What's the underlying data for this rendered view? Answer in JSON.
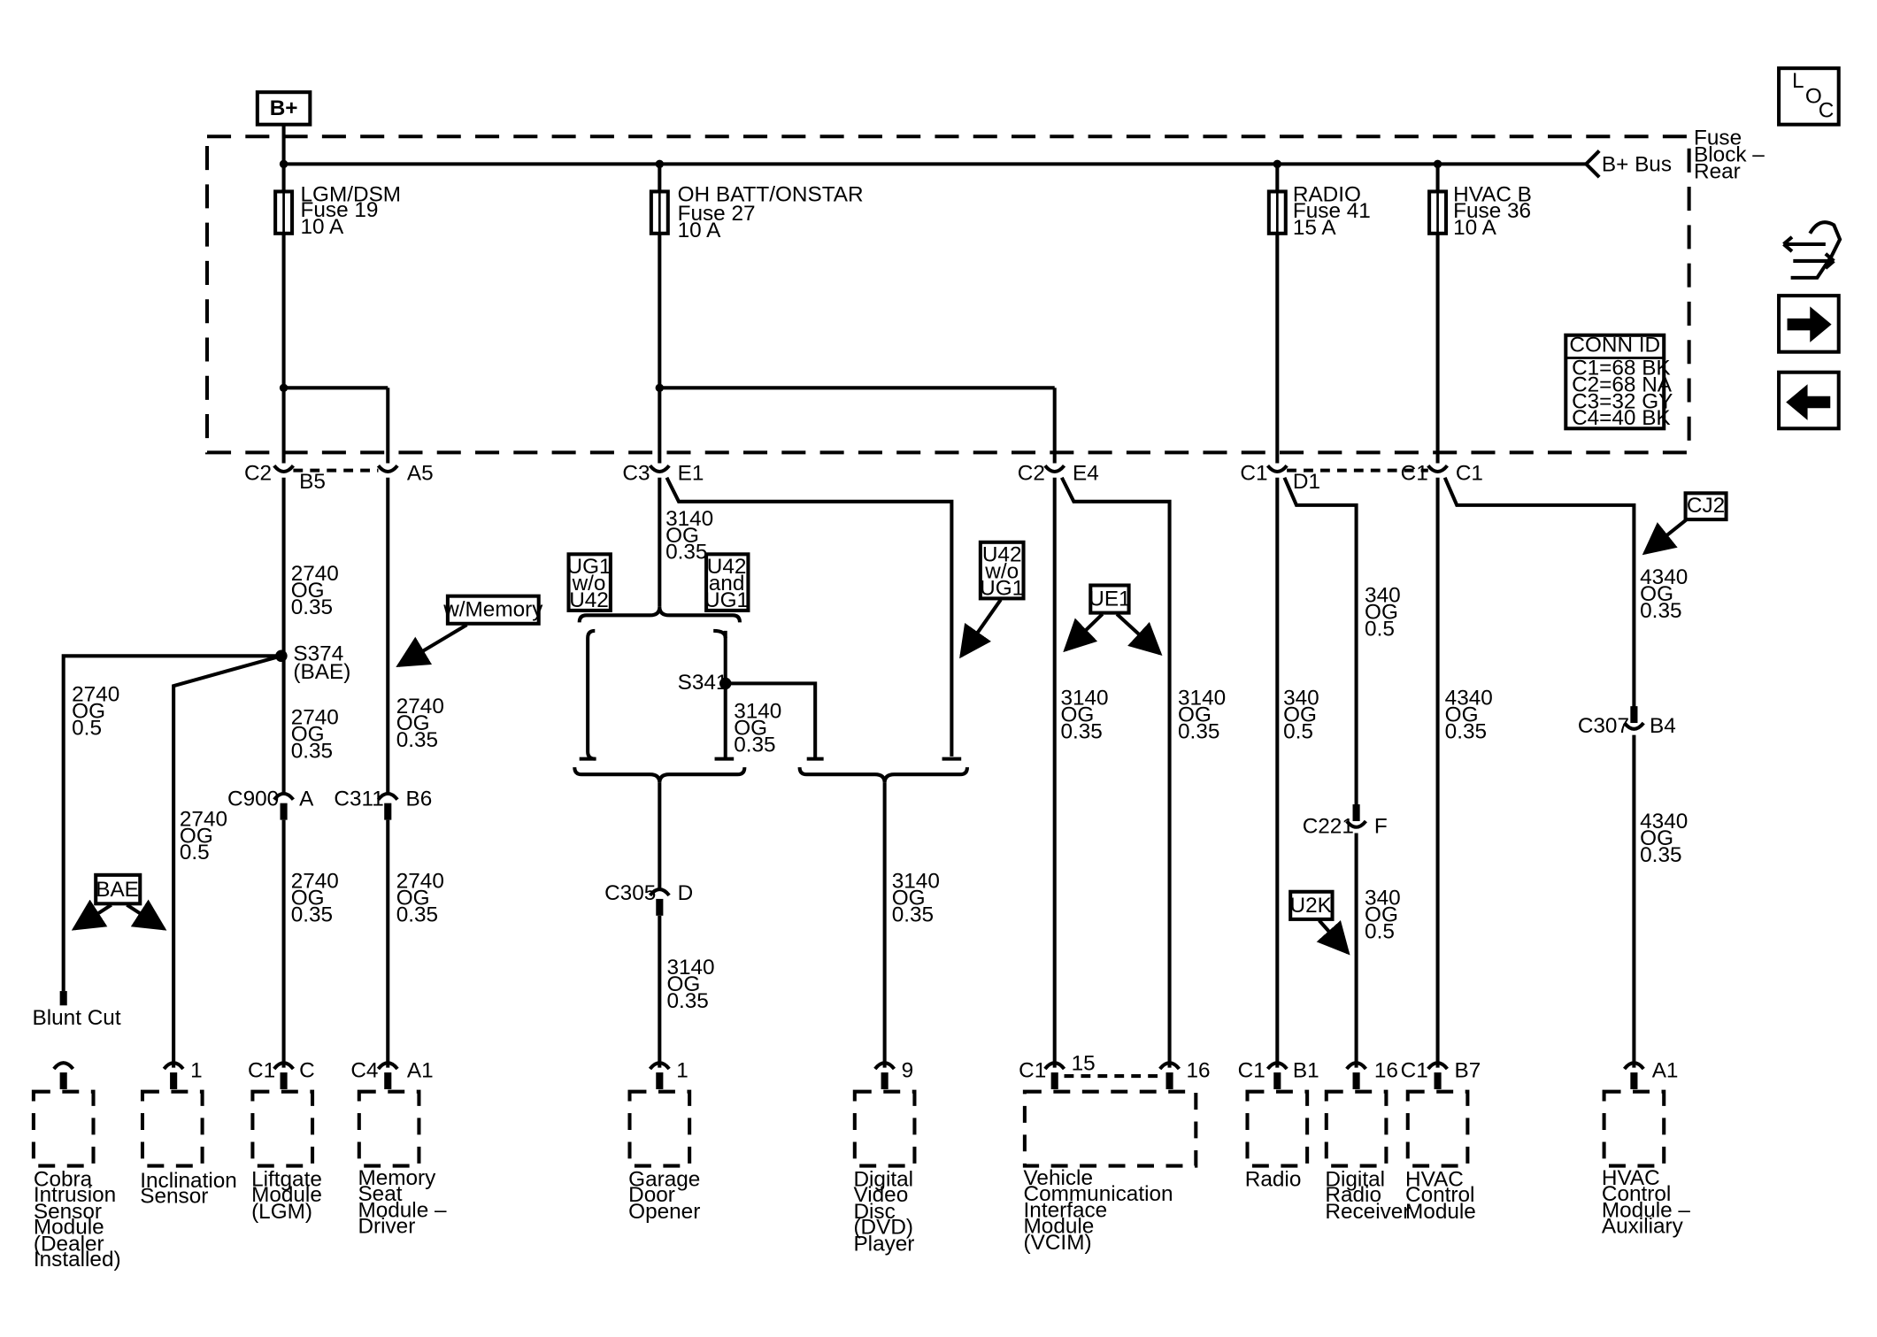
{
  "supply": {
    "bplus": "B+",
    "bus": "B+ Bus",
    "fuse_block": [
      "Fuse",
      "Block –",
      "Rear"
    ]
  },
  "fuses": [
    {
      "lines": [
        "LGM/DSM",
        "Fuse 19",
        "10 A"
      ]
    },
    {
      "lines": [
        "OH BATT/ONSTAR",
        "Fuse 27",
        "10 A"
      ]
    },
    {
      "lines": [
        "RADIO",
        "Fuse 41",
        "15 A"
      ]
    },
    {
      "lines": [
        "HVAC B",
        "Fuse 36",
        "10 A"
      ]
    }
  ],
  "conn_id": {
    "title": "CONN ID",
    "rows": [
      "C1=68 BK",
      "C2=68 NA",
      "C3=32 GY",
      "C4=40 BK"
    ]
  },
  "nav": {
    "loc": [
      "L",
      "O",
      "C"
    ]
  },
  "connectors": {
    "c2_b5": [
      "C2",
      "B5"
    ],
    "a5": "A5",
    "c3_e1": [
      "C3",
      "E1"
    ],
    "c2_e4": [
      "C2",
      "E4"
    ],
    "c1_d1": [
      "C1",
      "D1"
    ],
    "c1_c1": "C1",
    "s374": [
      "S374",
      "(BAE)"
    ],
    "s341": "S341",
    "c900": [
      "C900",
      "A"
    ],
    "c311": [
      "C311",
      "B6"
    ],
    "c305": [
      "C305",
      "D"
    ],
    "c221": [
      "C221",
      "F"
    ],
    "c307": [
      "C307",
      "B4"
    ],
    "blunt_cut": "Blunt Cut"
  },
  "wires": [
    [
      "2740",
      "OG",
      "0.35"
    ],
    [
      "2740",
      "OG",
      "0.35"
    ],
    [
      "2740",
      "OG",
      "0.5"
    ],
    [
      "2740",
      "OG",
      "0.35"
    ],
    [
      "2740",
      "OG",
      "0.5"
    ],
    [
      "2740",
      "OG",
      "0.35"
    ],
    [
      "2740",
      "OG",
      "0.35"
    ],
    [
      "3140",
      "OG",
      "0.35"
    ],
    [
      "3140",
      "OG",
      "0.35"
    ],
    [
      "3140",
      "OG",
      "0.35"
    ],
    [
      "3140",
      "OG",
      "0.35"
    ],
    [
      "3140",
      "OG",
      "0.35"
    ],
    [
      "3140",
      "OG",
      "0.35"
    ],
    [
      "340",
      "OG",
      "0.5"
    ],
    [
      "340",
      "OG",
      "0.5"
    ],
    [
      "340",
      "OG",
      "0.5"
    ],
    [
      "4340",
      "OG",
      "0.35"
    ],
    [
      "4340",
      "OG",
      "0.35"
    ],
    [
      "4340",
      "OG",
      "0.35"
    ]
  ],
  "options": {
    "w_memory": "w/Memory",
    "ug1_wo_u42": [
      "UG1",
      "w/o",
      "U42"
    ],
    "u42_and_ug1": [
      "U42",
      "and",
      "UG1"
    ],
    "u42_wo_ug1": [
      "U42",
      "w/o",
      "UG1"
    ],
    "ue1": "UE1",
    "cj2": "CJ2",
    "bae": "BAE",
    "u2k": "U2K"
  },
  "components": [
    {
      "pins": [
        "",
        ""
      ],
      "name": [
        "Cobra",
        "Intrusion",
        "Sensor",
        "Module",
        "(Dealer",
        "Installed)"
      ]
    },
    {
      "pins": [
        "",
        "1"
      ],
      "name": [
        "Inclination",
        "Sensor"
      ]
    },
    {
      "pins": [
        "C1",
        "C"
      ],
      "name": [
        "Liftgate",
        "Module",
        "(LGM)"
      ]
    },
    {
      "pins": [
        "C4",
        "A1"
      ],
      "name": [
        "Memory",
        "Seat",
        "Module –",
        "Driver"
      ]
    },
    {
      "pins": [
        "",
        "1"
      ],
      "name": [
        "Garage",
        "Door",
        "Opener"
      ]
    },
    {
      "pins": [
        "",
        "9"
      ],
      "name": [
        "Digital",
        "Video",
        "Disc",
        "(DVD)",
        "Player"
      ]
    },
    {
      "pins": [
        "C1",
        "15",
        "16"
      ],
      "name": [
        "Vehicle",
        "Communication",
        "Interface",
        "Module",
        "(VCIM)"
      ]
    },
    {
      "pins": [
        "C1",
        "B1"
      ],
      "name": [
        "Radio"
      ]
    },
    {
      "pins": [
        "",
        "16"
      ],
      "name": [
        "Digital",
        "Radio",
        "Receiver"
      ]
    },
    {
      "pins": [
        "C1",
        "B7"
      ],
      "name": [
        "HVAC",
        "Control",
        "Module"
      ]
    },
    {
      "pins": [
        "",
        "A1"
      ],
      "name": [
        "HVAC",
        "Control",
        "Module –",
        "Auxiliary"
      ]
    }
  ]
}
